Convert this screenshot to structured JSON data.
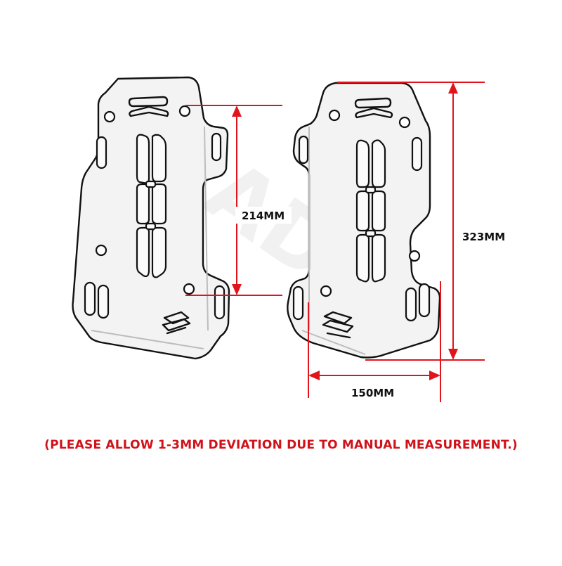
{
  "dimensions": {
    "height_small": "214MM",
    "height_full": "323MM",
    "width": "150MM"
  },
  "note": "(PLEASE ALLOW 1-3MM DEVIATION DUE TO MANUAL MEASUREMENT.)",
  "watermark": "SADV",
  "colors": {
    "dimension_line": "#e1141b",
    "note_text": "#d0121a",
    "outline": "#111111"
  }
}
